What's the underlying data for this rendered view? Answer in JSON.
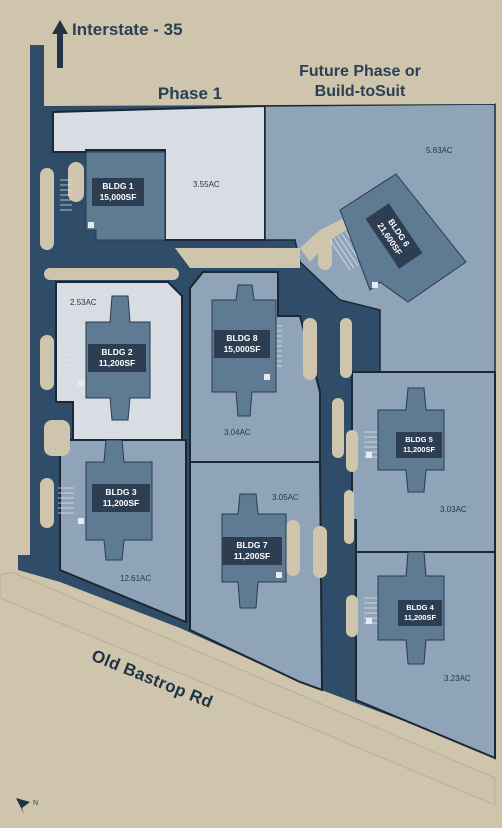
{
  "header": {
    "interstate": "Interstate - 35",
    "phase1": "Phase 1",
    "future_line1": "Future Phase or",
    "future_line2": "Build-toSuit"
  },
  "road": {
    "name": "Old Bastrop Rd"
  },
  "compass": {
    "icon": "north-arrow-icon",
    "letter": "N"
  },
  "parcels": {
    "p1": "3.55AC",
    "p_future": "5.83AC",
    "p2": "2.53AC",
    "p8": "3.04AC",
    "p3": "12.61AC",
    "p7": "3.05AC",
    "p5": "3.03AC",
    "p4": "3.23AC"
  },
  "buildings": {
    "b1": {
      "name": "BLDG 1",
      "size": "15,000SF"
    },
    "b2": {
      "name": "BLDG 2",
      "size": "11,200SF"
    },
    "b3": {
      "name": "BLDG 3",
      "size": "11,200SF"
    },
    "b4": {
      "name": "BLDG 4",
      "size": "11,200SF"
    },
    "b5": {
      "name": "BLDG 5",
      "size": "11,200SF"
    },
    "b6": {
      "name": "BLDG 6",
      "size": "21,600SF"
    },
    "b7": {
      "name": "BLDG 7",
      "size": "11,200SF"
    },
    "b8": {
      "name": "BLDG 8",
      "size": "15,000SF"
    }
  },
  "colors": {
    "ground": "#cfc5ad",
    "pavement": "#2f4d68",
    "parcel": "#8fa4b8",
    "phase1_parcel": "#d8dde4",
    "building": "#5f7a93",
    "label_bg": "#2d3e52",
    "text": "#2b3f55"
  }
}
